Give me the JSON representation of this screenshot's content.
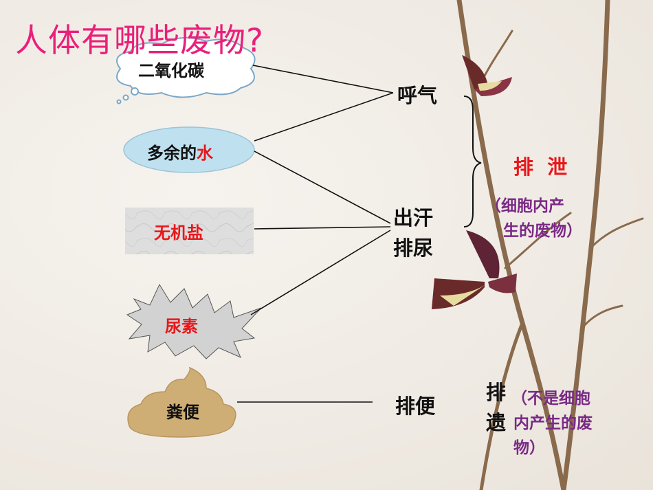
{
  "title": "人体有哪些废物?",
  "items": {
    "co2": "二氧化碳",
    "water_prefix": "多余的",
    "water_accent": "水",
    "salt": "无机盐",
    "urea": "尿素",
    "feces": "粪便"
  },
  "routes": {
    "breath": "呼气",
    "sweat": "出汗",
    "urine": "排尿",
    "defecation": "排便"
  },
  "excretion": {
    "label": "排  泄",
    "note_line1": "（细胞内产",
    "note_line2": "生的废物）"
  },
  "egestion": {
    "label_line1": "排",
    "label_line2": "遗",
    "note_line1": "（不是细胞",
    "note_line2": "内产生的废",
    "note_line3": "物）"
  },
  "colors": {
    "title": "#ea1f7a",
    "accent_red": "#e8171b",
    "note_purple": "#7a2a86"
  }
}
